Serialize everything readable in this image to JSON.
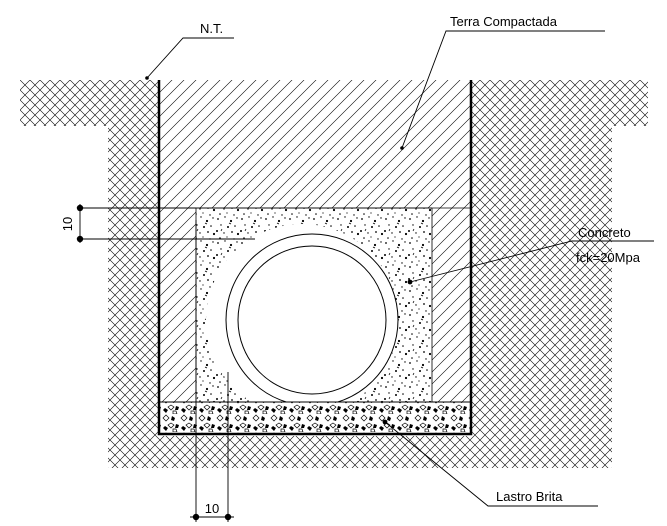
{
  "labels": {
    "natural_terrain": "N.T.",
    "compacted_soil": "Terra Compactada",
    "concrete": "Concreto",
    "concrete_strength": "fck=20Mpa",
    "gravel_bed": "Lastro Brita"
  },
  "dimensions": {
    "vertical_cover": "10",
    "horizontal_side": "10"
  },
  "colors": {
    "line": "#000000",
    "background": "#ffffff"
  }
}
